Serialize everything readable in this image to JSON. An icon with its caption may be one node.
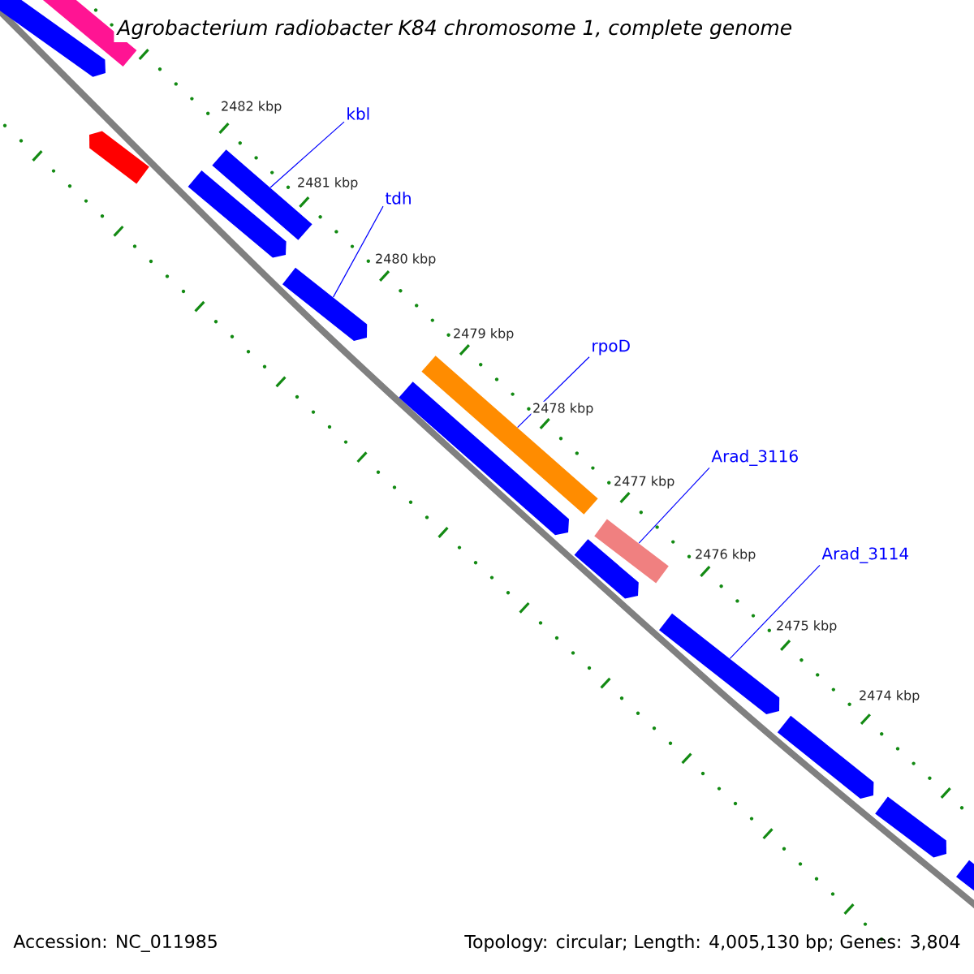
{
  "diagram": {
    "title": "Agrobacterium radiobacter K84 chromosome 1, complete genome",
    "nodes": [
      {
        "text": [
          "kbl"
        ]
      },
      {
        "text": [],
        "shape": "bar"
      },
      {
        "text": [
          "tdh"
        ]
      },
      {
        "text": [],
        "shape": "bar"
      },
      {
        "text": [
          "rpoD"
        ]
      },
      {
        "text": [],
        "shape": "bar"
      },
      {
        "text": [
          "Arad_3116"
        ]
      },
      {
        "text": [],
        "shape": "bar"
      },
      {
        "text": [
          "Arad_3114"
        ]
      },
      {
        "text": [],
        "shape": "bar"
      },
      {
        "text": [],
        "shape": "bar"
      },
      {
        "text": [],
        "shape": "bar"
      },
      {
        "text": [],
        "shape": "bar"
      },
      {
        "text": [],
        "shape": "bar"
      },
      {
        "text": [],
        "shape": "bar"
      },
      {
        "text": [],
        "shape": "bar"
      },
      {
        "text": [],
        "shape": "bar"
      },
      {
        "text": [],
        "shape": "bar"
      },
      {
        "text": [],
        "shape": "bar"
      }
    ],
    "edges": [
      {
        "from": 0,
        "to": 1,
        "arrow": "none"
      },
      {
        "from": 2,
        "to": 3,
        "arrow": "none"
      },
      {
        "from": 4,
        "to": 5,
        "arrow": "none"
      },
      {
        "from": 6,
        "to": 7,
        "arrow": "none"
      },
      {
        "from": 8,
        "to": 9,
        "arrow": "none"
      }
    ],
    "labels": [
      "2482 kbp",
      "2481 kbp",
      "2480 kbp",
      "2479 kbp",
      "2478 kbp",
      "2477 kbp",
      "2476 kbp",
      "2475 kbp",
      "2474 kbp",
      "Accession: NC_011985",
      "Topology: circular; Length: 4,005,130 bp; Genes: 3,804"
    ]
  }
}
